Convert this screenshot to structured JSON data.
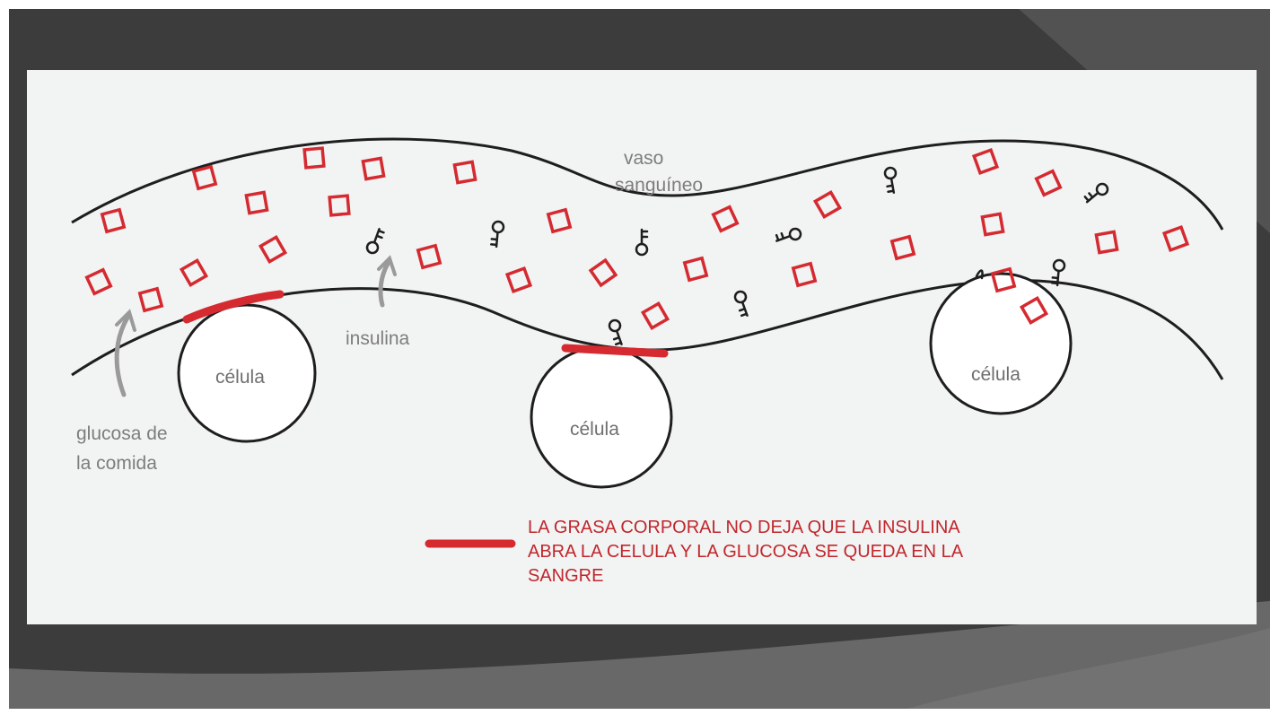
{
  "diagram": {
    "vessel_label_line1": "vaso",
    "vessel_label_line2": "sanguíneo",
    "insulin_label": "insulina",
    "glucose_label_line1": "glucosa de",
    "glucose_label_line2": "la comida",
    "cells": [
      {
        "label": "célula"
      },
      {
        "label": "célula"
      },
      {
        "label": "célula"
      }
    ],
    "note": "LA GRASA CORPORAL NO DEJA QUE LA INSULINA ABRA LA CELULA Y LA GLUCOSA SE QUEDA EN LA SANGRE",
    "glucose_icon": "red-square",
    "insulin_icon": "key",
    "colors": {
      "glucose": "#d42a30",
      "fat": "#d42a30",
      "text": "#7d7d7d",
      "note": "#c0272d",
      "outline": "#1e1e1e"
    }
  }
}
